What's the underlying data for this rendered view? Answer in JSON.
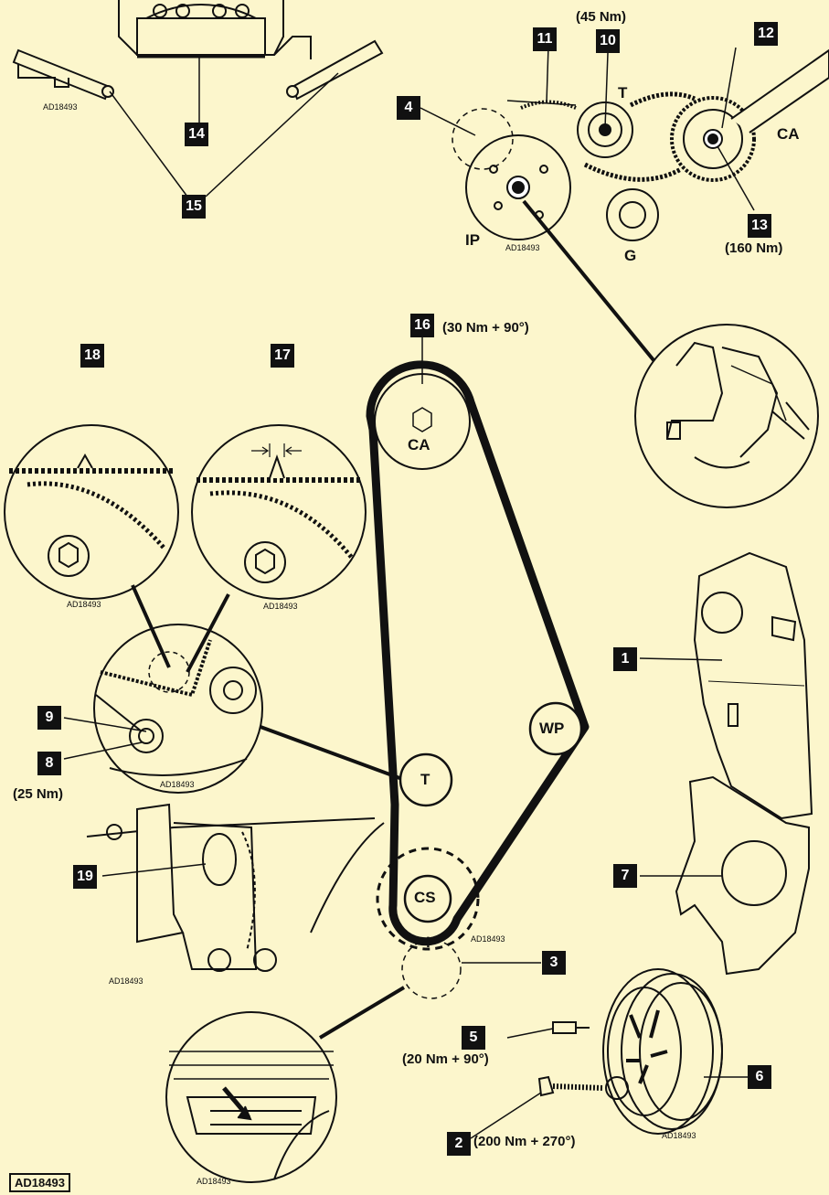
{
  "figure_id": "AD18493",
  "ref_code": "AD18493",
  "callouts": {
    "c1": "1",
    "c2": "2",
    "c3": "3",
    "c4": "4",
    "c5": "5",
    "c6": "6",
    "c7": "7",
    "c8": "8",
    "c9": "9",
    "c10": "10",
    "c11": "11",
    "c12": "12",
    "c13": "13",
    "c14": "14",
    "c15": "15",
    "c16": "16",
    "c17": "17",
    "c18": "18",
    "c19": "19"
  },
  "torques": {
    "t10": "(45 Nm)",
    "t13": "(160 Nm)",
    "t16": "(30 Nm + 90°)",
    "t8": "(25 Nm)",
    "t5": "(20 Nm + 90°)",
    "t2": "(200 Nm + 270°)"
  },
  "pulleys": {
    "ca": "CA",
    "t": "T",
    "wp": "WP",
    "cs": "CS",
    "ip": "IP",
    "g": "G"
  },
  "colors": {
    "background": "#FCF6CC",
    "ink": "#111111",
    "callout_fill": "#111111",
    "callout_text": "#FFFFFF"
  }
}
